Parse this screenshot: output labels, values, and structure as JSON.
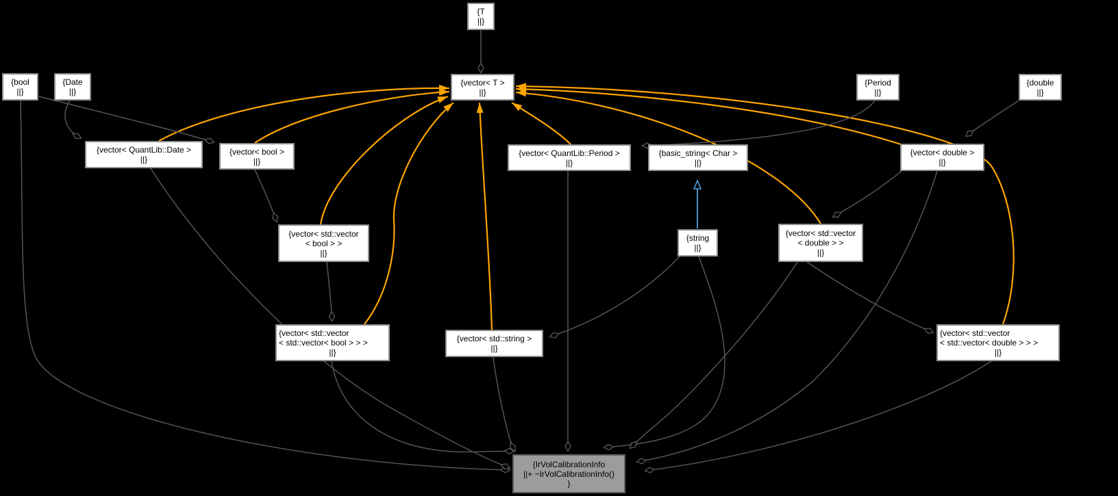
{
  "colors": {
    "background": "#000000",
    "node_fill": "#ffffff",
    "node_border": "#8f8f8f",
    "main_node_fill": "#9c9c9c",
    "text": "#000000",
    "edge_aggregation_gray": "#555555",
    "edge_template_orange": "#ffa500",
    "edge_inheritance_blue": "#4ea0e0"
  },
  "nodes": {
    "t": {
      "lines": [
        "{T",
        "||}"
      ]
    },
    "vector_t": {
      "lines": [
        "{vector< T >",
        "||}"
      ]
    },
    "bool": {
      "lines": [
        "{bool",
        "||}"
      ]
    },
    "date": {
      "lines": [
        "{Date",
        "||}"
      ]
    },
    "vector_date": {
      "lines": [
        "{vector< QuantLib::Date >",
        "||}"
      ]
    },
    "vector_bool": {
      "lines": [
        "{vector< bool >",
        "||}"
      ]
    },
    "vector_vector_bool": {
      "lines": [
        "{vector< std::vector",
        "< bool > >",
        "||}"
      ]
    },
    "vector_vector_vector_bool": {
      "lines": [
        "{vector< std::vector",
        "< std::vector< bool > > >",
        "||}"
      ]
    },
    "vector_string": {
      "lines": [
        "{vector< std::string >",
        "||}"
      ]
    },
    "vector_period": {
      "lines": [
        "{vector< QuantLib::Period >",
        "||}"
      ]
    },
    "basic_string": {
      "lines": [
        "{basic_string< Char >",
        "||}"
      ]
    },
    "string": {
      "lines": [
        "{string",
        "||}"
      ]
    },
    "period": {
      "lines": [
        "{Period",
        "||}"
      ]
    },
    "double": {
      "lines": [
        "{double",
        "||}"
      ]
    },
    "vector_double": {
      "lines": [
        "{vector< double >",
        "||}"
      ]
    },
    "vector_vector_double": {
      "lines": [
        "{vector< std::vector",
        "< double > >",
        "||}"
      ]
    },
    "vector_vector_vector_double": {
      "lines": [
        "{vector< std::vector",
        "< std::vector< double > > >",
        "||}"
      ]
    },
    "irvol": {
      "lines": [
        "{IrVolCalibrationInfo",
        "||+ ~IrVolCalibrationInfo()",
        "}"
      ]
    }
  },
  "edges": [
    {
      "from": "T",
      "to": "vector< T >",
      "type": "aggregation"
    },
    {
      "from": "Date",
      "to": "vector< QuantLib::Date >",
      "type": "aggregation"
    },
    {
      "from": "bool",
      "to": "vector< bool >",
      "type": "aggregation"
    },
    {
      "from": "vector< bool >",
      "to": "vector< std::vector< bool > >",
      "type": "aggregation"
    },
    {
      "from": "vector< std::vector< bool > >",
      "to": "vector< std::vector< std::vector< bool > > >",
      "type": "aggregation"
    },
    {
      "from": "Period",
      "to": "vector< QuantLib::Period >",
      "type": "aggregation"
    },
    {
      "from": "double",
      "to": "vector< double >",
      "type": "aggregation"
    },
    {
      "from": "vector< double >",
      "to": "vector< std::vector< double > >",
      "type": "aggregation"
    },
    {
      "from": "vector< std::vector< double > >",
      "to": "vector< std::vector< std::vector< double > > >",
      "type": "aggregation"
    },
    {
      "from": "string",
      "to": "vector< std::string >",
      "type": "aggregation"
    },
    {
      "from": "string",
      "to": "basic_string< Char >",
      "type": "public-inheritance"
    },
    {
      "from": "vector< QuantLib::Date >",
      "to": "vector< T >",
      "type": "template-instantiation"
    },
    {
      "from": "vector< bool >",
      "to": "vector< T >",
      "type": "template-instantiation"
    },
    {
      "from": "vector< std::vector< bool > >",
      "to": "vector< T >",
      "type": "template-instantiation"
    },
    {
      "from": "vector< std::vector< std::vector< bool > > >",
      "to": "vector< T >",
      "type": "template-instantiation"
    },
    {
      "from": "vector< std::string >",
      "to": "vector< T >",
      "type": "template-instantiation"
    },
    {
      "from": "vector< QuantLib::Period >",
      "to": "vector< T >",
      "type": "template-instantiation"
    },
    {
      "from": "vector< double >",
      "to": "vector< T >",
      "type": "template-instantiation"
    },
    {
      "from": "vector< std::vector< double > >",
      "to": "vector< T >",
      "type": "template-instantiation"
    },
    {
      "from": "vector< std::vector< std::vector< double > > >",
      "to": "vector< T >",
      "type": "template-instantiation"
    },
    {
      "from": "bool",
      "to": "IrVolCalibrationInfo",
      "type": "aggregation"
    },
    {
      "from": "vector< QuantLib::Date >",
      "to": "IrVolCalibrationInfo",
      "type": "aggregation"
    },
    {
      "from": "vector< std::vector< std::vector< bool > > >",
      "to": "IrVolCalibrationInfo",
      "type": "aggregation"
    },
    {
      "from": "vector< std::string >",
      "to": "IrVolCalibrationInfo",
      "type": "aggregation"
    },
    {
      "from": "vector< QuantLib::Period >",
      "to": "IrVolCalibrationInfo",
      "type": "aggregation"
    },
    {
      "from": "string",
      "to": "IrVolCalibrationInfo",
      "type": "aggregation"
    },
    {
      "from": "vector< std::vector< double > >",
      "to": "IrVolCalibrationInfo",
      "type": "aggregation"
    },
    {
      "from": "vector< double >",
      "to": "IrVolCalibrationInfo",
      "type": "aggregation"
    },
    {
      "from": "vector< std::vector< std::vector< double > > >",
      "to": "IrVolCalibrationInfo",
      "type": "aggregation"
    }
  ]
}
